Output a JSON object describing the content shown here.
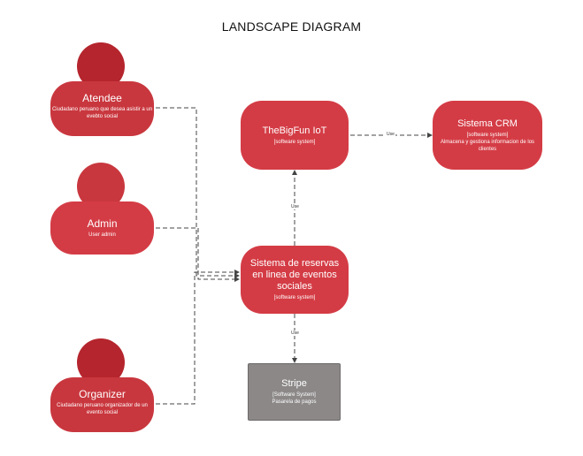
{
  "title": "LANDSCAPE DIAGRAM",
  "persons": {
    "atendee": {
      "name": "Atendee",
      "desc": "Ciudadano peruano que desea asistir a un evebto social"
    },
    "admin": {
      "name": "Admin",
      "desc": "User admin"
    },
    "organizer": {
      "name": "Organizer",
      "desc": "Ciudadano peruano organizador de un evento social"
    }
  },
  "systems": {
    "iot": {
      "name": "TheBigFun IoT",
      "type": "[software system]",
      "desc": ""
    },
    "crm": {
      "name": "Sistema CRM",
      "type": "[software system]",
      "desc": "Almacena y gestiona informacion de los clientes"
    },
    "reservas": {
      "name": "Sistema de reservas en linea de eventos sociales",
      "type": "[software system]",
      "desc": ""
    },
    "stripe": {
      "name": "Stripe",
      "type": "[Software System]",
      "desc": "Pasarela de pagos"
    }
  },
  "edges": {
    "reservas_iot": "Use",
    "iot_crm": "Use",
    "reservas_stripe": "Use"
  },
  "colors": {
    "person_head": "#b5252d",
    "person_body": "#c9373e",
    "system": "#d43c45",
    "external": "#8c8888",
    "connector": "#444444"
  }
}
